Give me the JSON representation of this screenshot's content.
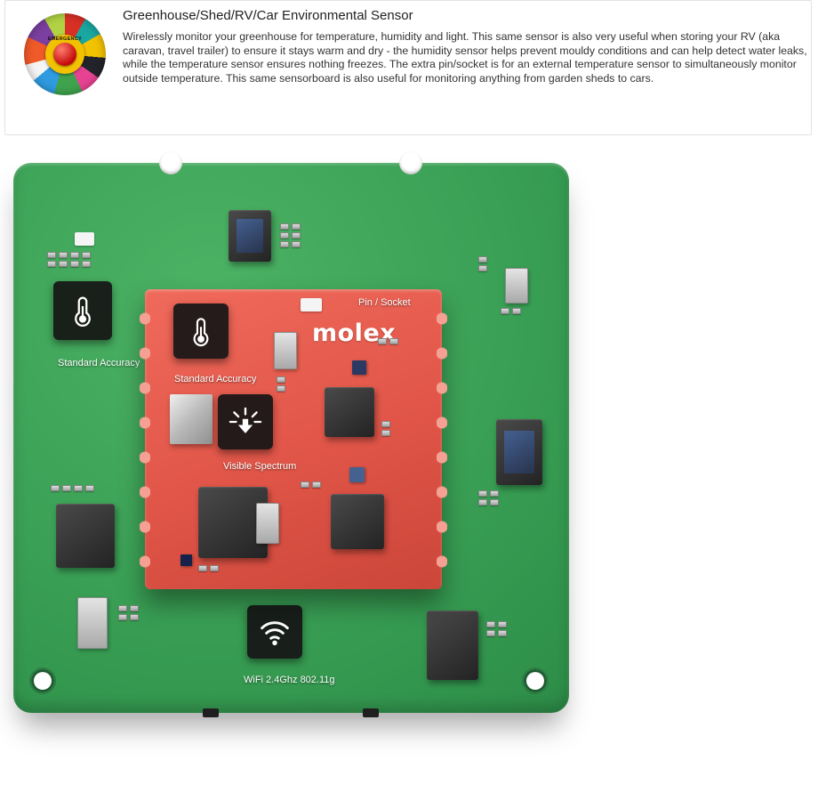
{
  "card": {
    "title": "Greenhouse/Shed/RV/Car Environmental Sensor",
    "description": "Wirelessly monitor your greenhouse for temperature, humidity and light. This same sensor is also very useful when storing your RV (aka caravan, travel trailer) to ensure it stays warm and dry - the humidity sensor helps prevent mouldy conditions and can help detect water leaks, while the temperature sensor ensures nothing freezes. The extra pin/socket is for an external temperature sensor to simultaneously monitor outside temperature. This same sensorboard is also useful for monitoring anything from garden sheds to cars.",
    "thumbnail_badge_text": "EMERGENCY"
  },
  "board": {
    "labels": {
      "standard_accuracy_board": "Standard Accuracy",
      "standard_accuracy_module": "Standard Accuracy",
      "visible_spectrum": "Visible Spectrum",
      "pin_socket": "Pin / Socket",
      "module_brand": "molex",
      "wifi": "WiFi 2.4Ghz 802.11g"
    },
    "colors": {
      "pcb_green": "#37a052",
      "module_red": "#e05548"
    }
  }
}
